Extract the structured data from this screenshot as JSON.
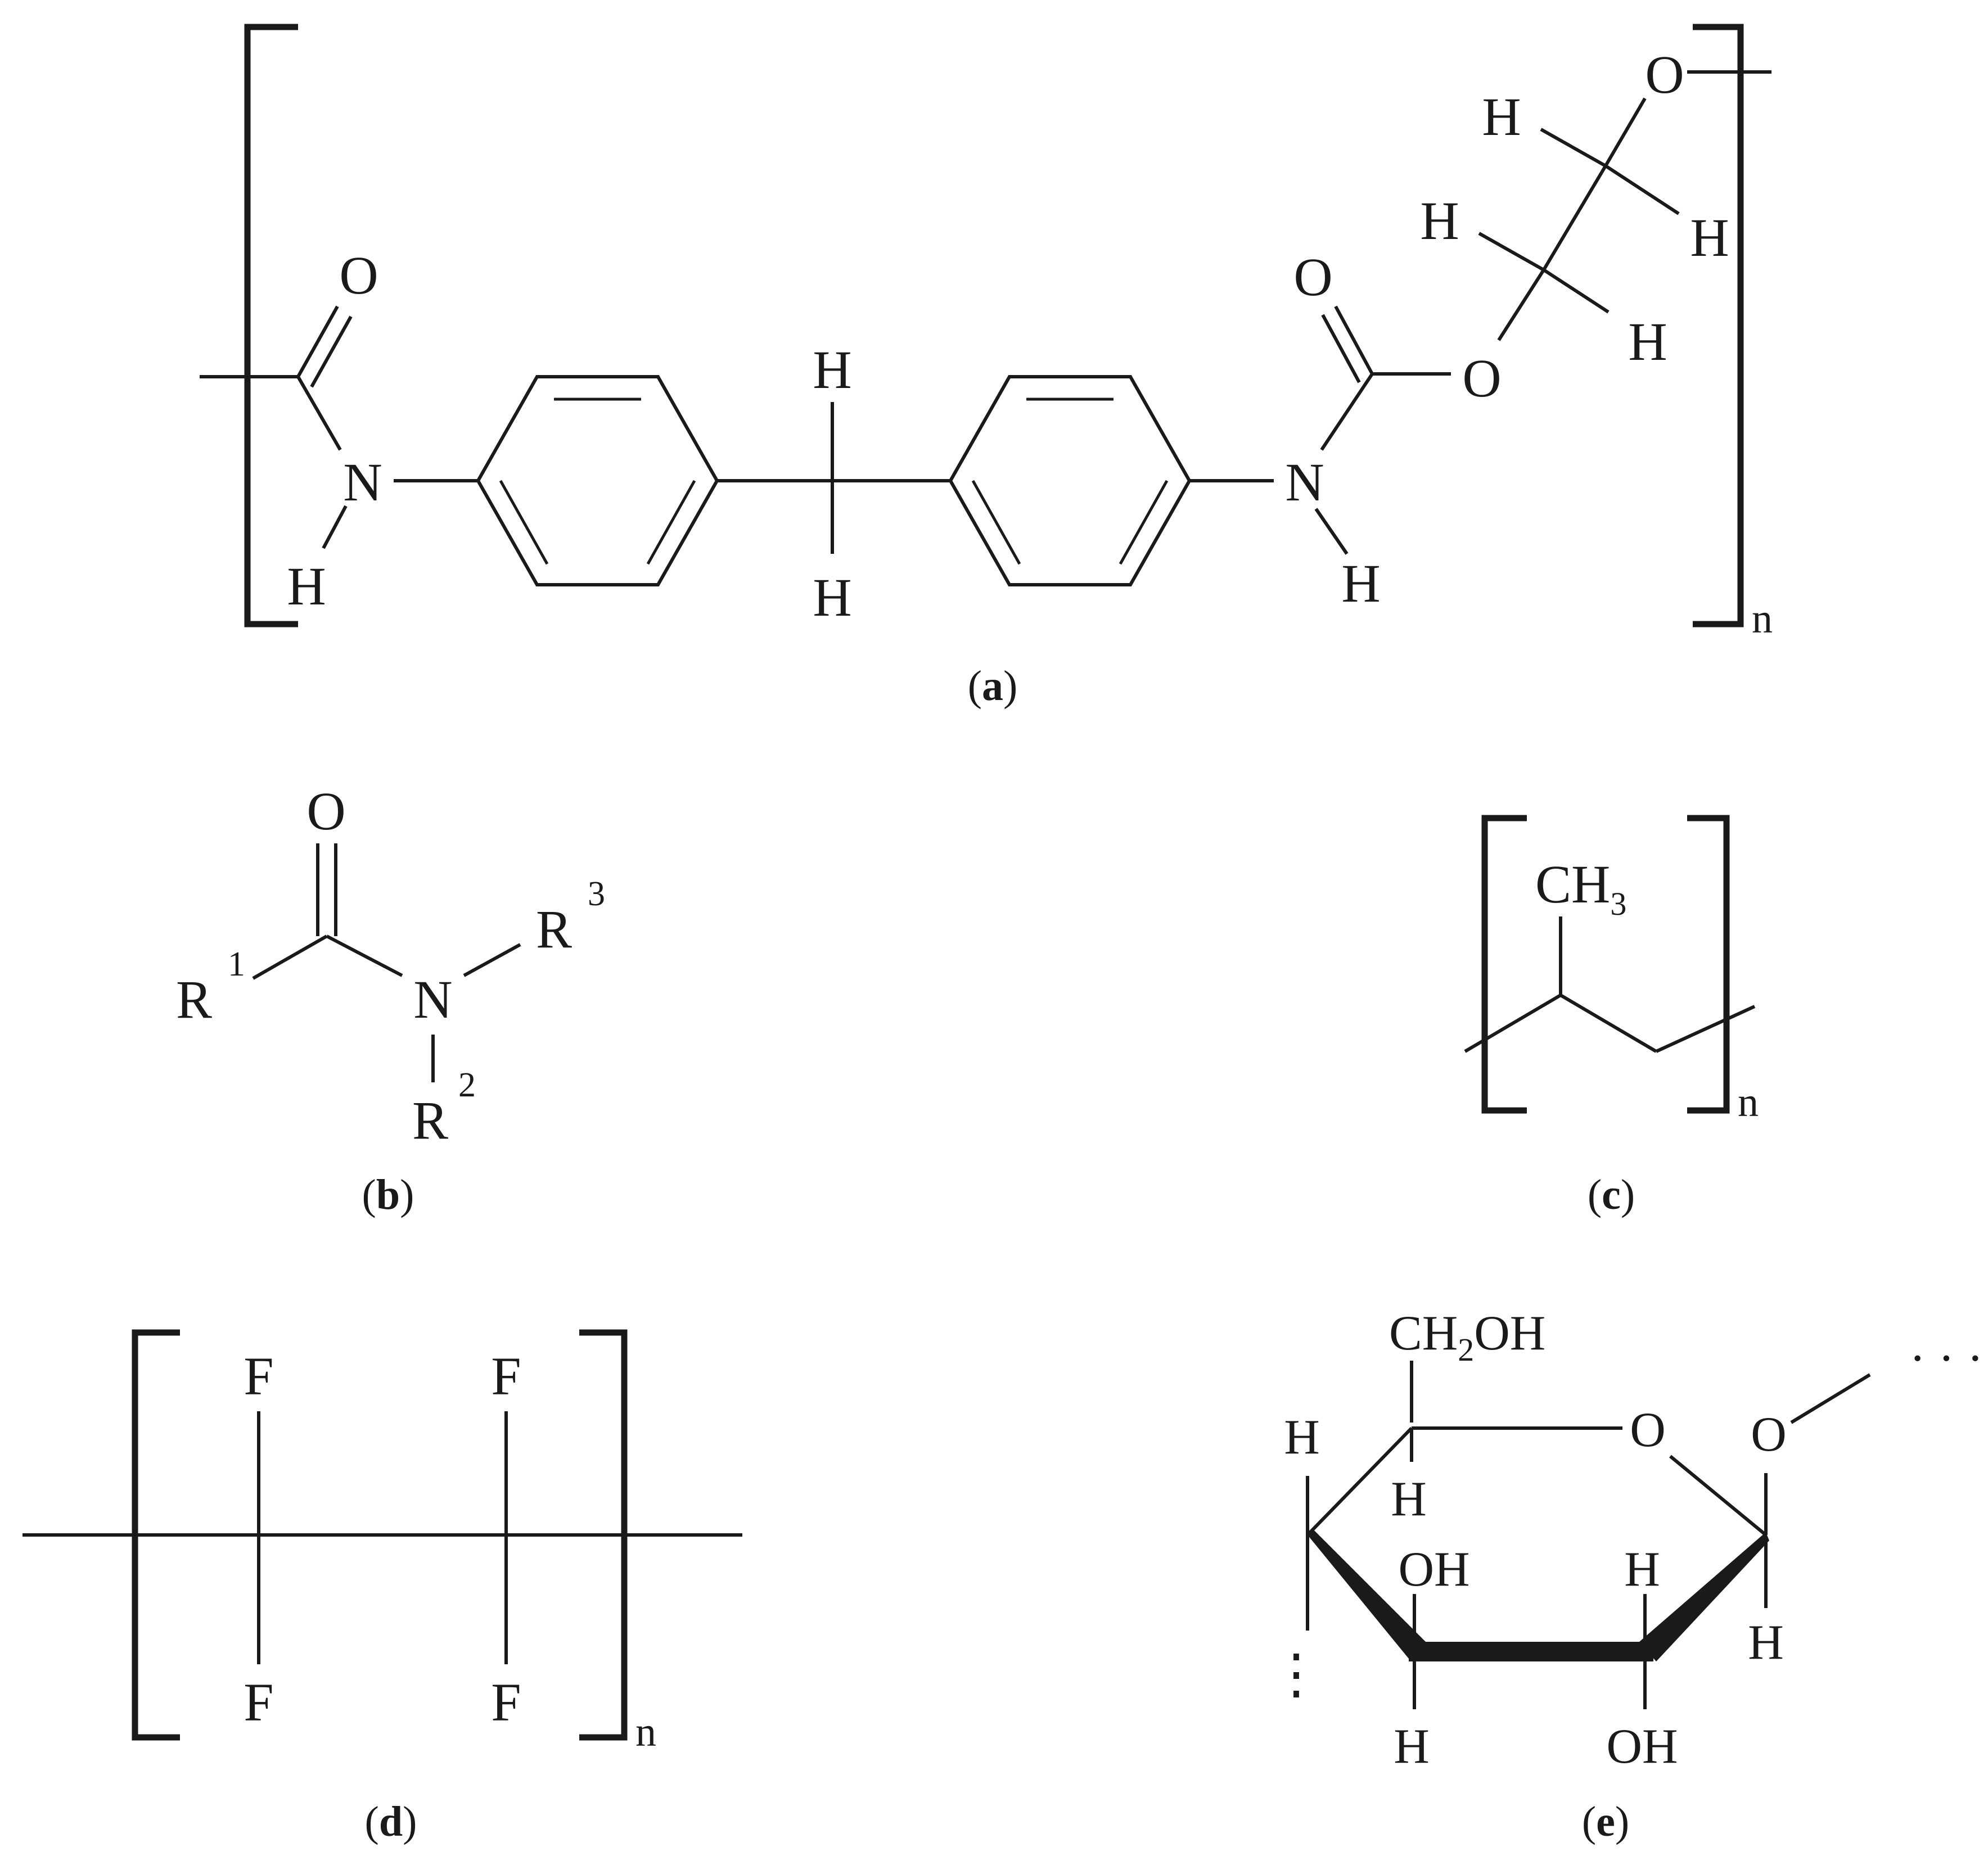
{
  "panels": [
    {
      "id": "a",
      "caption": "a",
      "atoms": [
        "O",
        "N",
        "H",
        "H",
        "H",
        "O",
        "N",
        "H",
        "O",
        "H",
        "H",
        "H",
        "H",
        "O"
      ],
      "repeat_index": "n"
    },
    {
      "id": "b",
      "caption": "b",
      "atoms": [
        "O",
        "R",
        "N",
        "R",
        "R"
      ],
      "superscripts": [
        "1",
        "3",
        "2"
      ]
    },
    {
      "id": "c",
      "caption": "c",
      "group": {
        "base": "CH",
        "subscript": "3"
      },
      "repeat_index": "n"
    },
    {
      "id": "d",
      "caption": "d",
      "atoms": [
        "F",
        "F",
        "F",
        "F"
      ],
      "repeat_index": "n"
    },
    {
      "id": "e",
      "caption": "e",
      "group": {
        "base_1": "CH",
        "subscript": "2",
        "base_2": "OH"
      },
      "atoms": [
        "H",
        "O",
        "O",
        "H",
        "OH",
        "H",
        "H",
        "H",
        "OH"
      ],
      "continuation": "· · ·",
      "continuation_vertical": "⋮"
    }
  ]
}
